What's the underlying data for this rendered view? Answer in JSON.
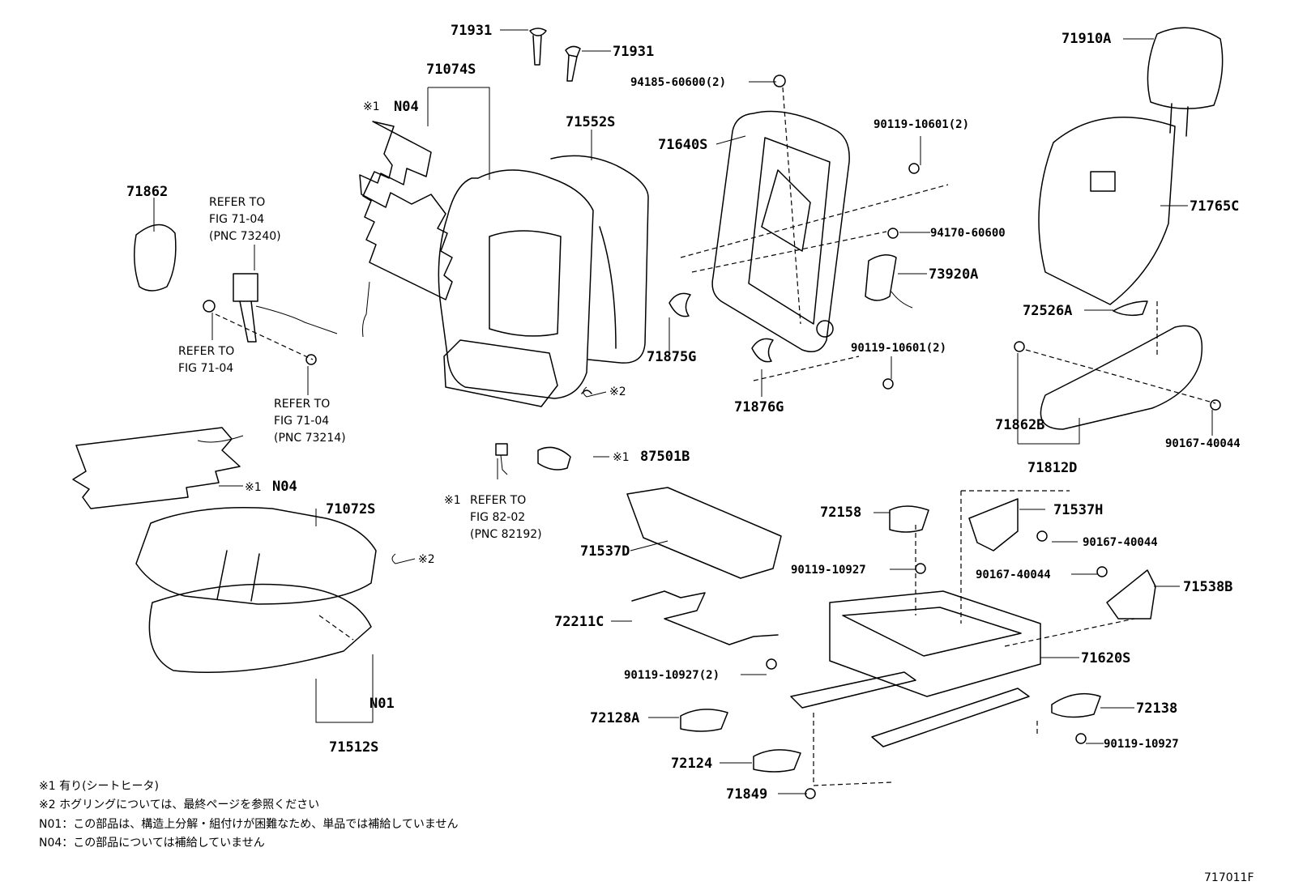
{
  "labels": {
    "p71931a": "71931",
    "p71931b": "71931",
    "p71074S": "71074S",
    "p71552S": "71552S",
    "p94185": "94185-60600(2)",
    "p71640S": "71640S",
    "p71910A": "71910A",
    "p90119_2a": "90119-10601(2)",
    "p71765C": "71765C",
    "p94170": "94170-60600",
    "p73920A": "73920A",
    "p72526A": "72526A",
    "p71875G": "71875G",
    "p90119_2b": "90119-10601(2)",
    "p71876G": "71876G",
    "p71862B": "71862B",
    "p90167_a": "90167-40044",
    "p71812D": "71812D",
    "p71862": "71862",
    "p87501B": "87501B",
    "p71072S": "71072S",
    "p71537D": "71537D",
    "p72158": "72158",
    "p71537H": "71537H",
    "p90167_b": "90167-40044",
    "p90119_10927a": "90119-10927",
    "p90167_c": "90167-40044",
    "p71538B": "71538B",
    "p72211C": "72211C",
    "p71620S": "71620S",
    "p90119_10927_2": "90119-10927(2)",
    "p72138": "72138",
    "p72128A": "72128A",
    "p90119_10927b": "90119-10927",
    "p72124": "72124",
    "p71849": "71849",
    "pN01": "N01",
    "p71512S": "71512S",
    "pN04a": "N04",
    "pN04b": "N04"
  },
  "markers": {
    "m1": "※1",
    "m2": "※2"
  },
  "refs": {
    "r1": [
      "REFER TO",
      "FIG 71-04",
      "(PNC 73240)"
    ],
    "r2": [
      "REFER TO",
      "FIG 71-04"
    ],
    "r3": [
      "REFER TO",
      "FIG 71-04",
      "(PNC 73214)"
    ],
    "r4": [
      "REFER TO",
      "FIG 82-02",
      "(PNC 82192)"
    ]
  },
  "notes": [
    "※1 有り(シートヒータ)",
    "※2  ホグリングについては、最終ページを参照ください",
    "N01：この部品は、構造上分解・組付けが困難なため、単品では補給していません",
    "N04：この部品については補給していません"
  ],
  "figure_code": "717011F"
}
